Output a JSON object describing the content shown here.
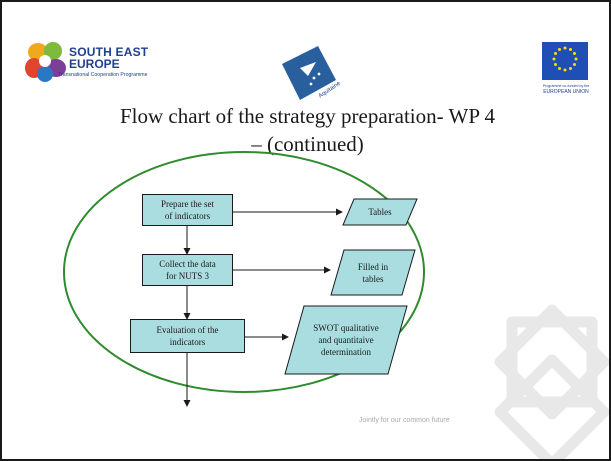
{
  "slide": {
    "title_line1": "Flow chart of the strategy preparation- WP 4",
    "title_line2": "– (continued)",
    "tagline": "Jointly for our common future"
  },
  "logo_left": {
    "line1": "SOUTH EAST",
    "line2": "EUROPE",
    "line3": "Transnational Cooperation Programme"
  },
  "logo_center": {
    "badge_text": "Aquitaine"
  },
  "logo_right": {
    "caption_small": "Programme co-funded by the",
    "caption_large": "EUROPEAN UNION"
  },
  "flowchart": {
    "steps": [
      {
        "label": "Prepare the set\nof indicators"
      },
      {
        "label": "Collect the data\nfor NUTS 3"
      },
      {
        "label": "Evaluation of the\nindicators"
      }
    ],
    "outputs": [
      {
        "label": "Tables"
      },
      {
        "label": "Filled in\ntables"
      },
      {
        "label": "SWOT qualitative\nand quantitaive\ndetermination"
      }
    ]
  },
  "colors": {
    "box_fill": "#a9dde0",
    "ellipse_stroke": "#2e8b2e",
    "logo_blue": "#1f3f8f",
    "eu_blue": "#1f4fb5",
    "eu_star": "#ffdd00"
  }
}
